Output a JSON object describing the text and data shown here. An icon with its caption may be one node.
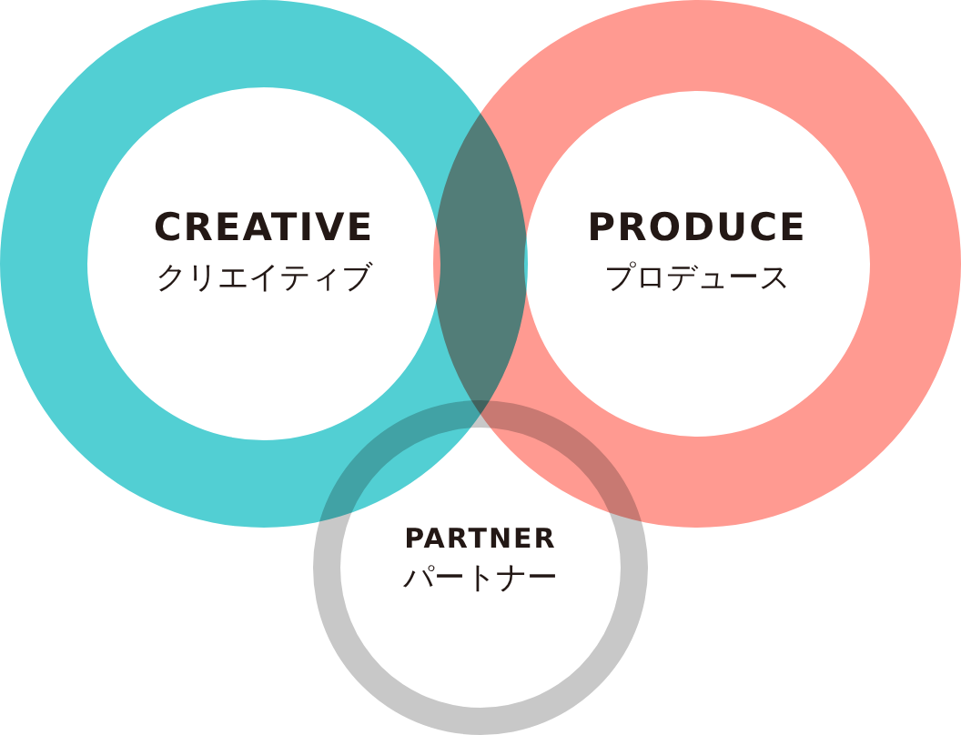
{
  "diagram": {
    "nodes": [
      {
        "text": [
          "CREATIVE",
          "クリエイティブ"
        ]
      },
      {
        "text": [
          "PRODUCE",
          "プロデュース"
        ]
      },
      {
        "text": [
          "PARTNER",
          "パートナー"
        ]
      }
    ]
  }
}
